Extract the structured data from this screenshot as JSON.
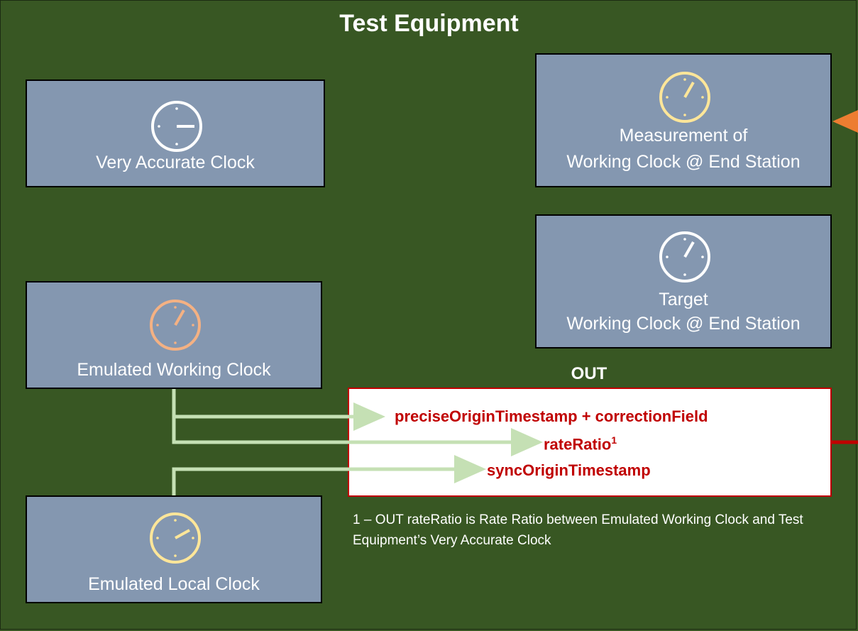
{
  "title": "Test Equipment",
  "boxes": {
    "very_accurate_clock": {
      "lines": [
        "Very Accurate Clock"
      ],
      "icon": "clock-icon",
      "icon_color": "#ffffff"
    },
    "measurement_clock": {
      "lines": [
        "Measurement of",
        "Working Clock @ End Station"
      ],
      "icon": "clock-icon",
      "icon_color": "#ffe699"
    },
    "target_clock": {
      "lines": [
        "Target",
        "Working Clock @ End Station"
      ],
      "icon": "clock-icon",
      "icon_color": "#ffffff"
    },
    "emulated_working_clock": {
      "lines": [
        "Emulated Working Clock"
      ],
      "icon": "clock-icon",
      "icon_color": "#f4b183"
    },
    "emulated_local_clock": {
      "lines": [
        "Emulated Local Clock"
      ],
      "icon": "clock-icon",
      "icon_color": "#ffe699"
    }
  },
  "out": {
    "label": "OUT",
    "fields": {
      "precise_origin": "preciseOriginTimestamp + correctionField",
      "rate_ratio": "rateRatio",
      "rate_ratio_sup": "1",
      "sync_origin": "syncOriginTimestamp"
    }
  },
  "footnote": "1 – OUT rateRatio is Rate Ratio between Emulated Working Clock and Test Equipment’s Very Accurate Clock",
  "colors": {
    "background": "#385723",
    "box_fill": "#8497b0",
    "connector": "#c5e0b4",
    "out_text": "#c00000",
    "input_arrow": "#ed7d31",
    "output_line": "#c00000"
  }
}
